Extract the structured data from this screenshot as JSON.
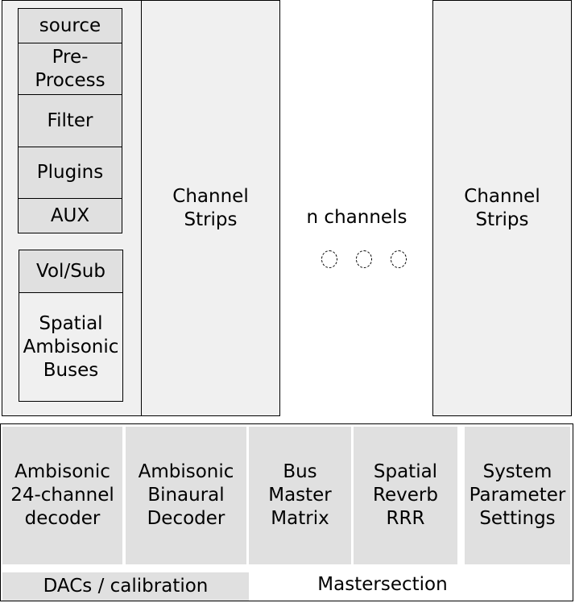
{
  "channel_strip_left": {
    "modules": [
      {
        "label": "source"
      },
      {
        "label": "Pre-\nProcess"
      },
      {
        "label": "Filter"
      },
      {
        "label": "Plugins"
      },
      {
        "label": "AUX"
      }
    ],
    "bus_modules": [
      {
        "label": "Vol/Sub"
      },
      {
        "label": "Spatial\nAmbisonic\nBuses"
      }
    ],
    "strip_label": "Channel\nStrips"
  },
  "middle": {
    "label": "n channels",
    "dots": 3
  },
  "channel_strip_right": {
    "strip_label": "Channel\nStrips"
  },
  "mastersection": {
    "modules": [
      {
        "label": "Ambisonic\n24-channel\ndecoder"
      },
      {
        "label": "Ambisonic\nBinaural\nDecoder"
      },
      {
        "label": "Bus\nMaster\nMatrix"
      },
      {
        "label": "Spatial\nReverb\nRRR"
      },
      {
        "label": "System\nParameter\nSettings"
      }
    ],
    "dacs_label": "DACs / calibration",
    "title": "Mastersection"
  }
}
